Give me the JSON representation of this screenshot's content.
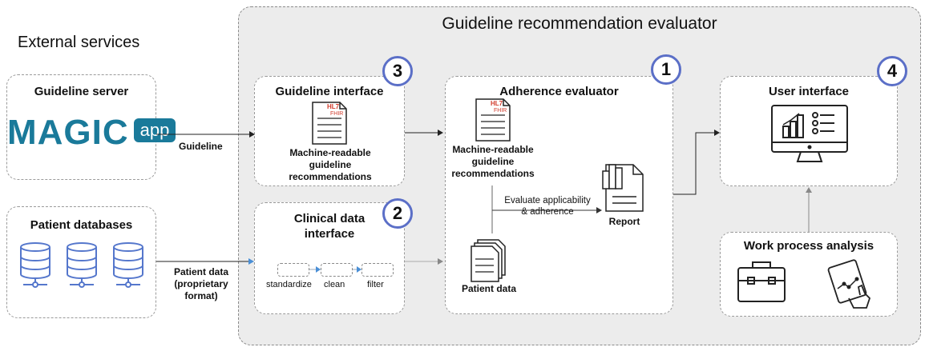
{
  "external": {
    "heading": "External services"
  },
  "evaluator": {
    "heading": "Guideline recommendation evaluator"
  },
  "guideline_server": {
    "title": "Guideline server",
    "logo_text": "MAGIC",
    "logo_badge": "app"
  },
  "patient_databases": {
    "title": "Patient databases"
  },
  "arrows": {
    "guideline": "Guideline",
    "patient_data_line1": "Patient data",
    "patient_data_line2": "(proprietary",
    "patient_data_line3": "format)",
    "evaluate_line1": "Evaluate applicability",
    "evaluate_line2": "& adherence"
  },
  "guideline_interface": {
    "title": "Guideline interface",
    "badge": "3",
    "doc_label_line1": "Machine-readable",
    "doc_label_line2": "guideline",
    "doc_label_line3": "recommendations",
    "hl7": "HL7",
    "fhir": "FHIR"
  },
  "clinical_interface": {
    "title_line1": "Clinical data",
    "title_line2": "interface",
    "badge": "2",
    "steps": [
      "standardize",
      "clean",
      "filter"
    ]
  },
  "adherence": {
    "title": "Adherence evaluator",
    "badge": "1",
    "doc_label_line1": "Machine-readable",
    "doc_label_line2": "guideline",
    "doc_label_line3": "recommendations",
    "hl7": "HL7",
    "fhir": "FHIR",
    "report": "Report",
    "patient_data": "Patient data"
  },
  "user_interface": {
    "title": "User interface",
    "badge": "4"
  },
  "work_process": {
    "title": "Work process analysis"
  },
  "colors": {
    "accent_blue": "#5b6fc7",
    "magic_teal": "#1a7a9a",
    "db_blue": "#5577cc"
  }
}
